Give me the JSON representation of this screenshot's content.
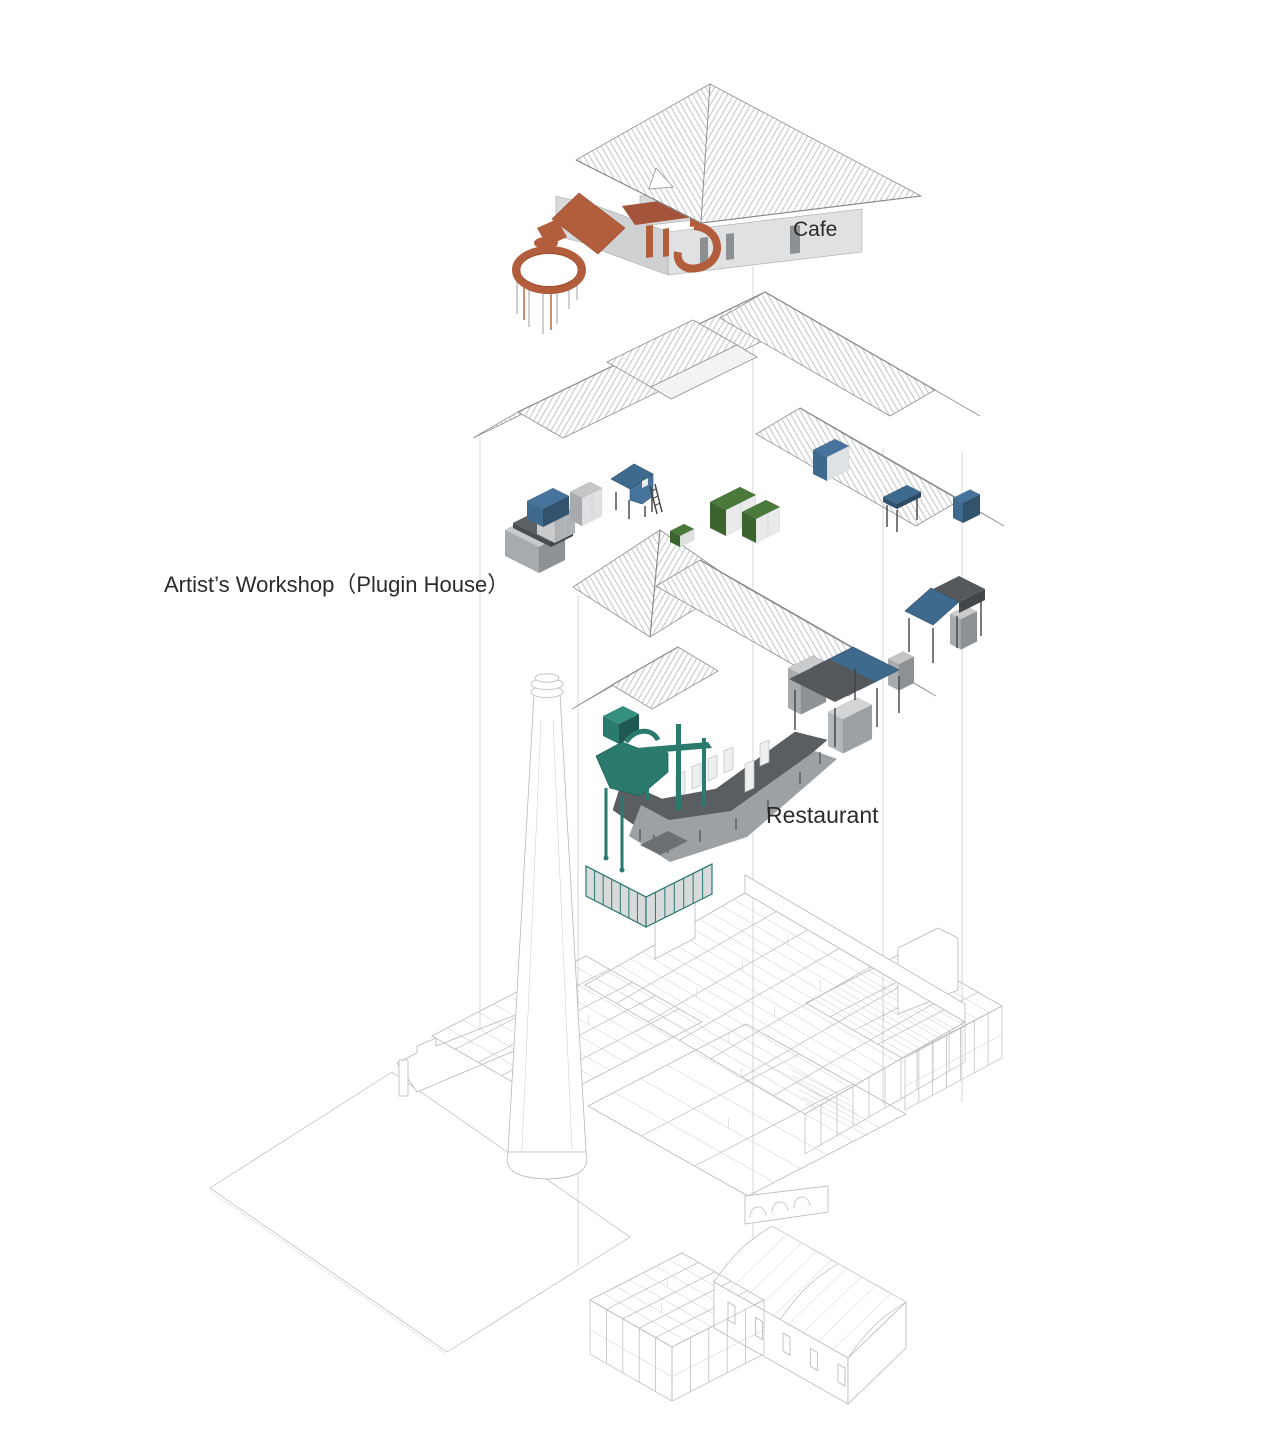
{
  "diagram": {
    "kind": "exploded axonometric architectural drawing",
    "labels": {
      "cafe": "Cafe",
      "workshop": "Artist’s Workshop（Plugin House）",
      "restaurant": "Restaurant"
    },
    "layers": [
      "cafe-pavilion-with-ring",
      "hatched-roof-layer",
      "plugin-house-units",
      "market-canopies",
      "restaurant-kitchen-and-counters",
      "glazed-partition-wall",
      "chimney",
      "factory-wireframe-shell",
      "ground-plane"
    ],
    "colors": {
      "background": "#ffffff",
      "label_ink": "#2b2b2b",
      "guide_line": "#d0d3d5",
      "wireframe_gray": "#b5b9bc",
      "hatch_line": "#a9adb0",
      "roof_outline": "#8d9194",
      "terracotta": "#b25e3c",
      "steel_blue": "#3e6a8e",
      "olive_green": "#4a7a39",
      "teal": "#2a7a6e",
      "counter_dark": "#5b5e61",
      "counter_light": "#9ea1a3"
    }
  }
}
